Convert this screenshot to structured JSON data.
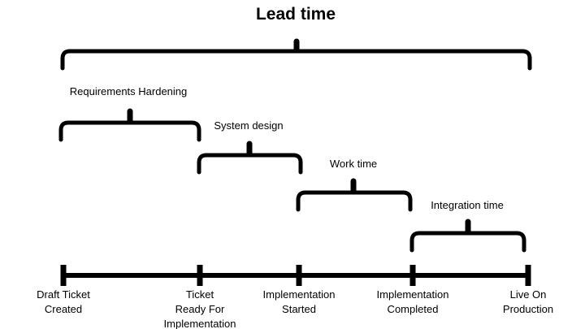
{
  "title": "Lead time",
  "phases": [
    {
      "label": "Requirements Hardening"
    },
    {
      "label": "System design"
    },
    {
      "label": "Work time"
    },
    {
      "label": "Integration time"
    }
  ],
  "timeline": {
    "milestones": [
      {
        "label": "Draft Ticket\nCreated"
      },
      {
        "label": "Ticket\nReady For\nImplementation"
      },
      {
        "label": "Implementation\nStarted"
      },
      {
        "label": "Implementation\nCompleted"
      },
      {
        "label": "Live On\nProduction"
      }
    ]
  },
  "colors": {
    "ink": "#000000",
    "background": "#ffffff"
  }
}
